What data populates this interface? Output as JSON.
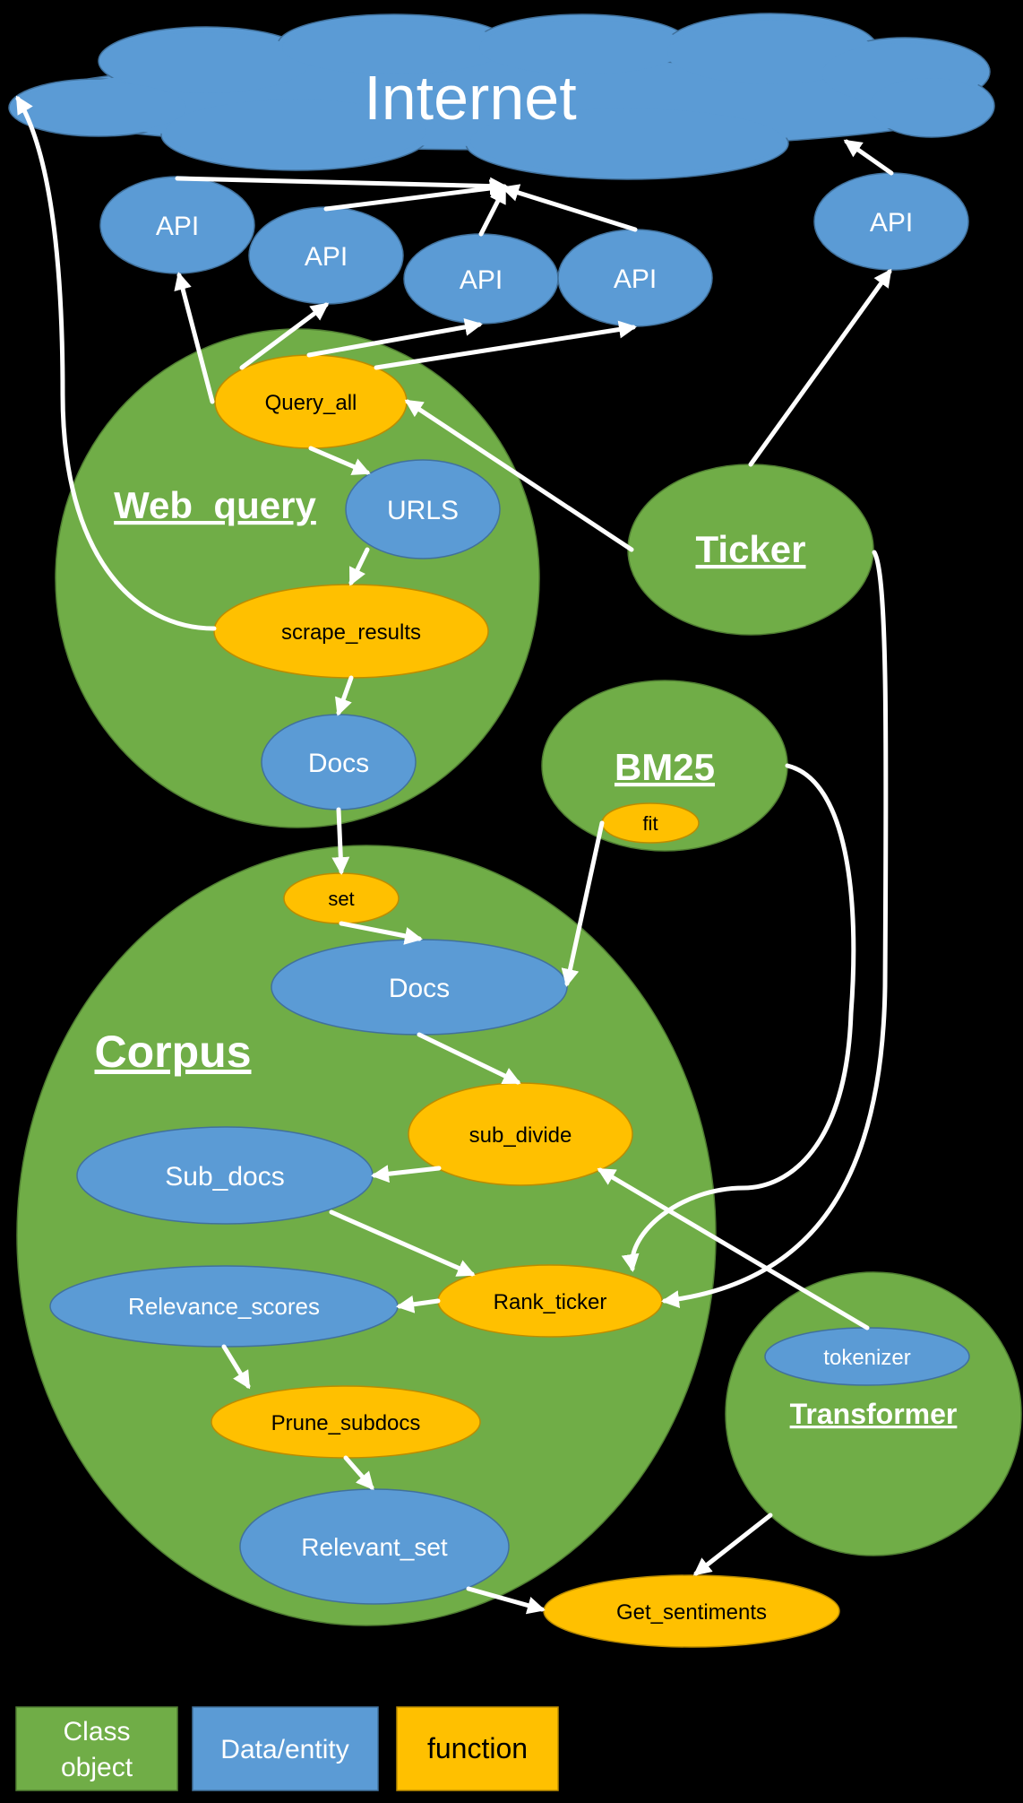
{
  "colors": {
    "background": "#000000",
    "class_object": "#70AD47",
    "data_entity": "#5B9BD5",
    "function": "#FFC000",
    "arrow": "#FFFFFF"
  },
  "cloud": {
    "label": "Internet"
  },
  "apis": {
    "api1": "API",
    "api2": "API",
    "api3": "API",
    "api4": "API",
    "api5": "API"
  },
  "classes": {
    "web_query": "Web_query",
    "ticker": "Ticker",
    "bm25": "BM25",
    "corpus": "Corpus",
    "transformer": "Transformer"
  },
  "functions": {
    "query_all": "Query_all",
    "scrape_results": "scrape_results",
    "fit": "fit",
    "set": "set",
    "sub_divide": "sub_divide",
    "rank_ticker": "Rank_ticker",
    "prune_subdocs": "Prune_subdocs",
    "get_sentiments": "Get_sentiments"
  },
  "entities": {
    "urls": "URLS",
    "docs_web": "Docs",
    "docs_corpus": "Docs",
    "sub_docs": "Sub_docs",
    "relevance_scores": "Relevance_scores",
    "relevant_set": "Relevant_set",
    "tokenizer": "tokenizer"
  },
  "legend": {
    "class_line1": "Class",
    "class_line2": "object",
    "entity": "Data/entity",
    "function": "function"
  }
}
